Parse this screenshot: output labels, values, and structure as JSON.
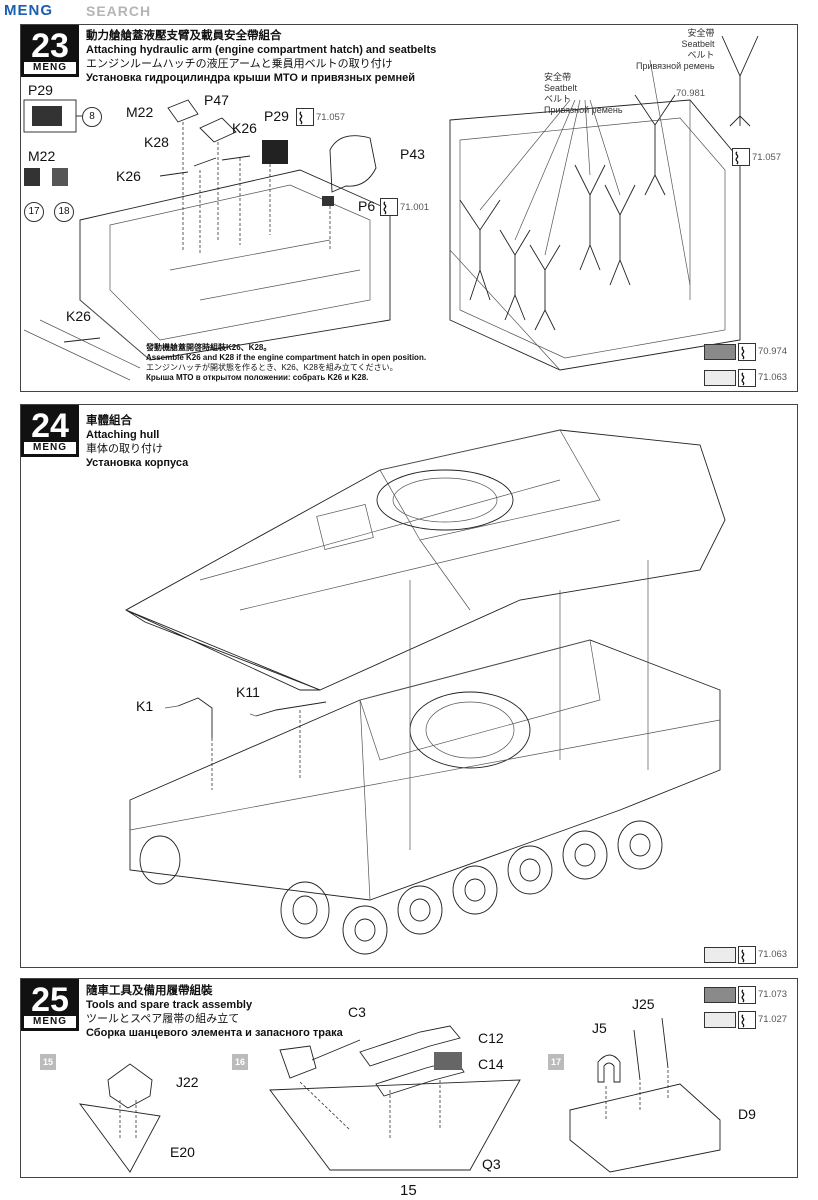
{
  "header": {
    "logo": "MENG",
    "tag": "SEARCH"
  },
  "brand": "MENG",
  "steps": [
    {
      "number": "23",
      "title_zh": "動力艙艙蓋液壓支臂及載員安全帶組合",
      "title_en": "Attaching hydraulic arm (engine compartment hatch) and seatbelts",
      "title_jp": "エンジンルームハッチの液圧アームと乗員用ベルトの取り付け",
      "title_ru": "Установка гидроцилиндра крыши МТО и привязных ремней",
      "labels": {
        "p29": "P29",
        "m22_top": "M22",
        "m22_left": "M22",
        "p47": "P47",
        "k28": "K28",
        "k26_a": "K26",
        "k26_b": "K26",
        "k26_c": "K26",
        "p29b": "P29",
        "p43": "P43",
        "p6": "P6",
        "circ8": "8",
        "circ17": "17",
        "circ18": "18"
      },
      "paint_codes": {
        "c1": "71.057",
        "c2": "71.001",
        "c3": "70.981",
        "c4": "71.057"
      },
      "seatbelt_callout_1": {
        "zh": "安全帶",
        "en": "Seatbelt",
        "jp": "ベルト",
        "ru": "Привязной ремень"
      },
      "seatbelt_callout_2": {
        "zh": "安全帶",
        "en": "Seatbelt",
        "jp": "ベルト",
        "ru": "Привязной ремень"
      },
      "note": {
        "zh": "發動機艙蓋開啓時組裝K26、K28。",
        "en": "Assemble K26 and K28 if the engine compartment hatch in open position.",
        "jp": "エンジンハッチが開状態を作るとき、K26、K28を組み立てください。",
        "ru": "Крыша МТО в открытом положении: собрать K26 и K28."
      },
      "legend": [
        {
          "code": "70.974",
          "color": "#8a8a8a"
        },
        {
          "code": "71.063",
          "color": "#ececec"
        }
      ]
    },
    {
      "number": "24",
      "title_zh": "車體組合",
      "title_en": "Attaching hull",
      "title_jp": "車体の取り付け",
      "title_ru": "Установка корпуса",
      "labels": {
        "k1": "K1",
        "k11": "K11"
      },
      "legend": [
        {
          "code": "71.063",
          "color": "#ececec"
        }
      ]
    },
    {
      "number": "25",
      "title_zh": "隨車工具及備用履帶組裝",
      "title_en": "Tools and spare track assembly",
      "title_jp": "ツールとスペア履帯の組み立て",
      "title_ru": "Сборка шанцевого элемента и запасного трака",
      "sub_steps": [
        "15",
        "16",
        "17"
      ],
      "labels": {
        "j22": "J22",
        "e20": "E20",
        "c3": "C3",
        "c12": "C12",
        "c14": "C14",
        "q3": "Q3",
        "j5": "J5",
        "j25": "J25",
        "d9": "D9"
      },
      "legend": [
        {
          "code": "71.073",
          "color": "#8a8a8a"
        },
        {
          "code": "71.027",
          "color": "#ececec"
        }
      ]
    }
  ],
  "page_number": "15"
}
